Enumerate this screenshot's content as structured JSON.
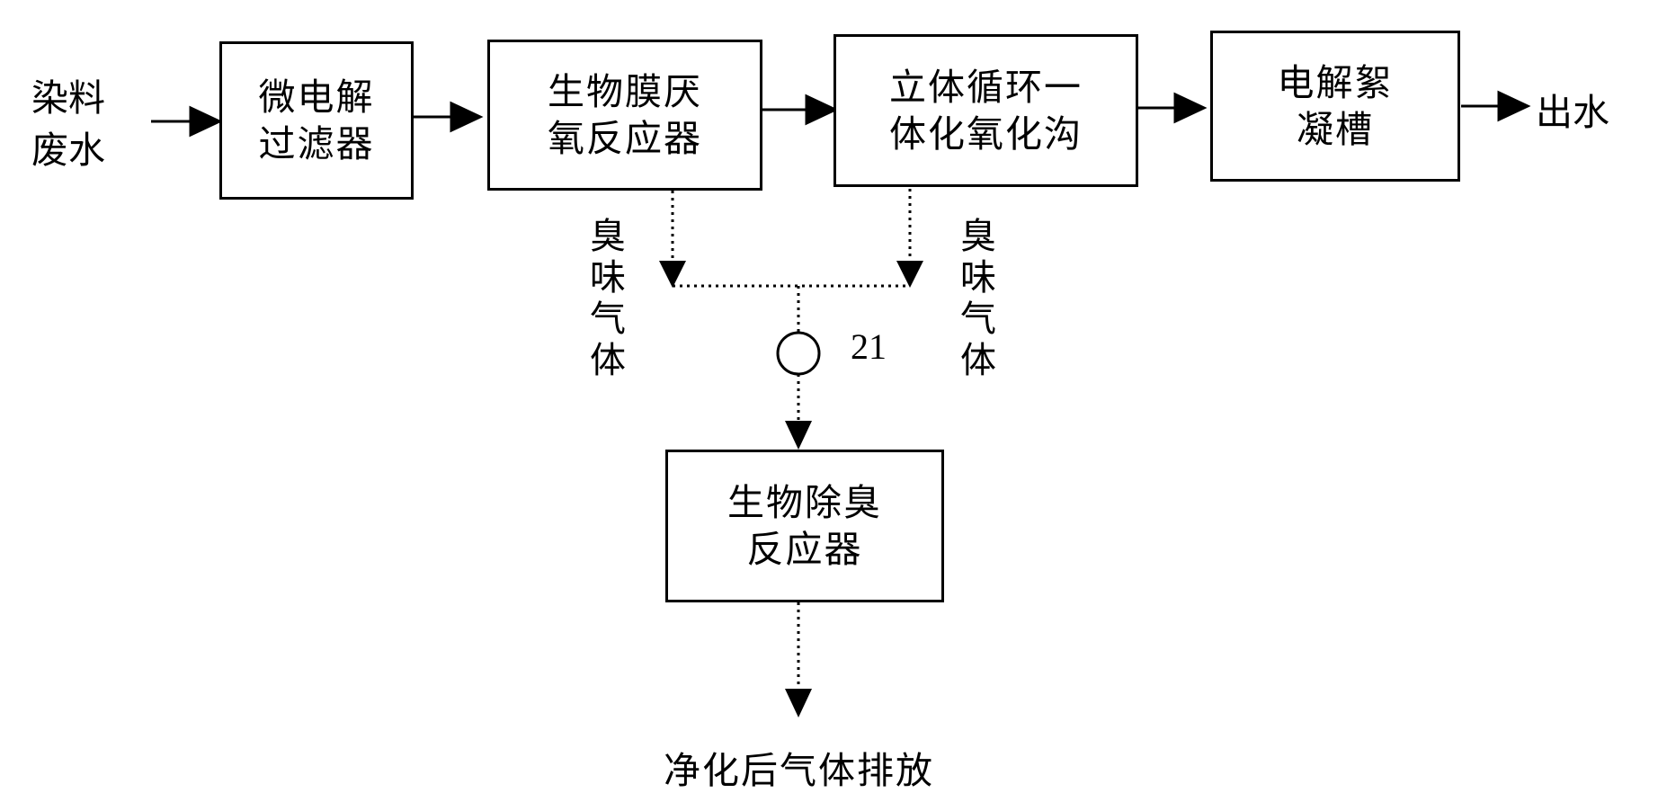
{
  "source_label": [
    "染料",
    "废水"
  ],
  "output_label": "出水",
  "boxes": {
    "micro_electrolysis": [
      "微电解",
      "过滤器"
    ],
    "biofilm_anaerobic": [
      "生物膜厌",
      "氧反应器"
    ],
    "oxidation_ditch": [
      "立体循环一",
      "体化氧化沟"
    ],
    "electro_flocculation": [
      "电解絮",
      "凝槽"
    ],
    "bio_deodor": [
      "生物除臭",
      "反应器"
    ]
  },
  "odor_gas_left": [
    "臭",
    "味",
    "气",
    "体"
  ],
  "odor_gas_right": [
    "臭",
    "味",
    "气",
    "体"
  ],
  "fan_number": "21",
  "exhaust_label": "净化后气体排放"
}
